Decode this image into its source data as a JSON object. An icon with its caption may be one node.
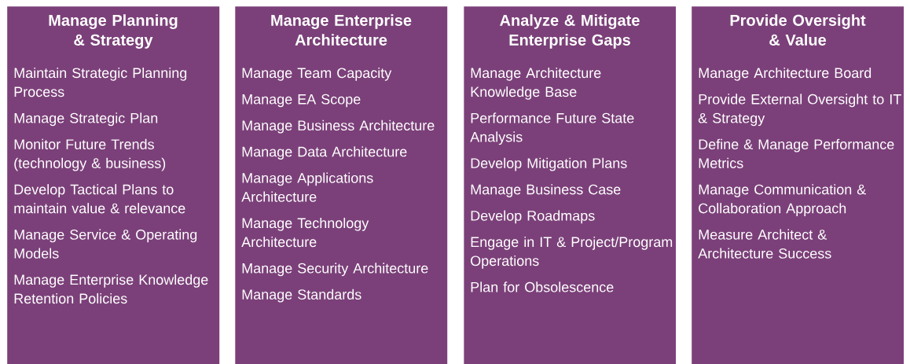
{
  "diagram": {
    "nodes": [
      {
        "text": [
          "Manage Planning & Strategy",
          "Maintain Strategic Planning Process",
          "Manage Strategic Plan",
          "Monitor Future Trends (technology & business)",
          "Develop Tactical Plans to maintain value & relevance",
          "Manage Service & Operating Models",
          "Manage Enterprise Knowledge Retention Policies"
        ]
      },
      {
        "text": [
          "Manage Enterprise Architecture",
          "Manage Team Capacity",
          "Manage EA Scope",
          "Manage Business Architecture",
          "Manage Data Architecture",
          "Manage Applications Architecture",
          "Manage Technology Architecture",
          "Manage Security Architecture",
          "Manage Standards"
        ]
      },
      {
        "text": [
          "Analyze & Mitigate Enterprise Gaps",
          "Manage Architecture Knowledge Base",
          "Performance Future State Analysis",
          "Develop Mitigation Plans",
          "Manage Business Case",
          "Develop Roadmaps",
          "Engage in IT & Project/Program Operations",
          "Plan for Obsolescence"
        ]
      },
      {
        "text": [
          "Provide Oversight & Value",
          "Manage Architecture Board",
          "Provide External Oversight to IT & Strategy",
          "Define & Manage Performance Metrics",
          "Manage Communication & Collaboration Approach",
          "Measure Architect & Architecture Success"
        ]
      }
    ]
  }
}
